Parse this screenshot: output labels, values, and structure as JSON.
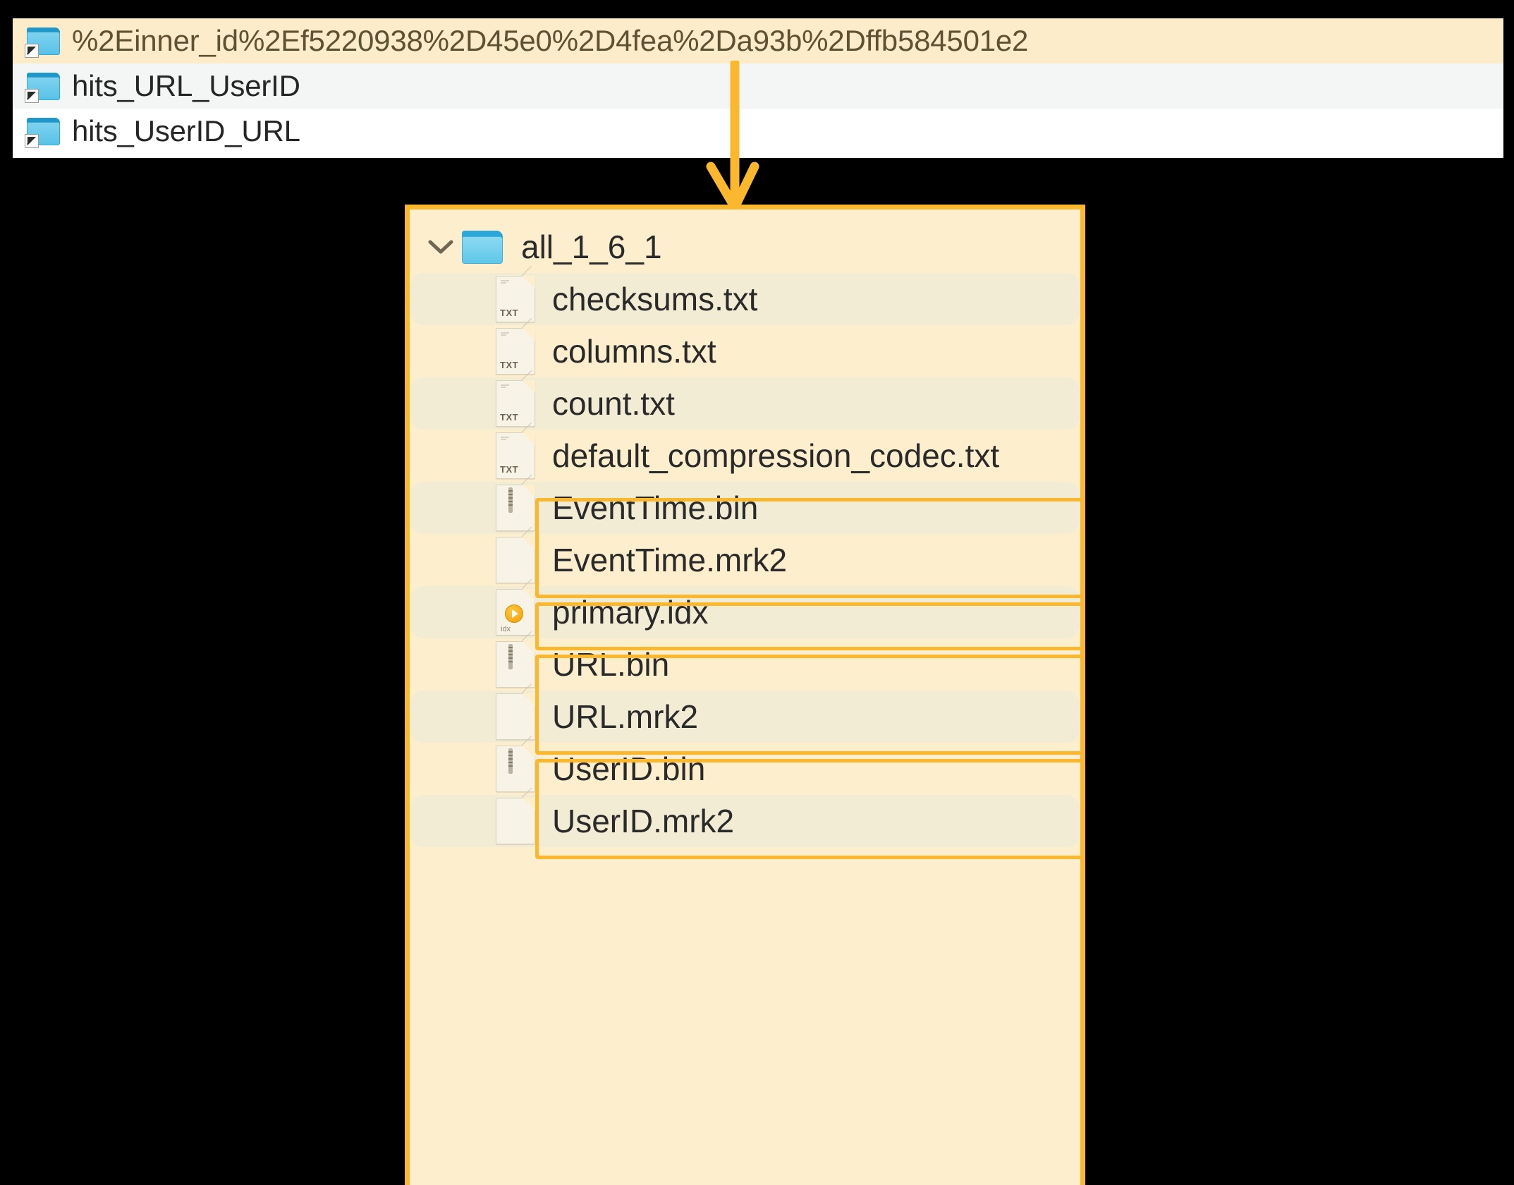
{
  "top_list": {
    "rows": [
      {
        "label": "%2Einner_id%2Ef5220938%2D45e0%2D4fea%2Da93b%2Dffb584501e2",
        "icon": "folder-shortcut-icon",
        "state": "selected"
      },
      {
        "label": "hits_URL_UserID",
        "icon": "folder-shortcut-icon",
        "state": "alternate"
      },
      {
        "label": "hits_UserID_URL",
        "icon": "folder-shortcut-icon",
        "state": "normal"
      }
    ]
  },
  "annotation": {
    "arrow": "down-arrow",
    "accent_color": "#fbb82e",
    "highlight_fill": "#fdeecd"
  },
  "panel": {
    "directory": {
      "name": "all_1_6_1",
      "icon": "folder-icon",
      "expand_icon": "chevron-down-icon",
      "expanded": true
    },
    "files": [
      {
        "name": "checksums.txt",
        "icon": "txt-file-icon",
        "badge": "TXT",
        "stripe": true,
        "highlighted": false
      },
      {
        "name": "columns.txt",
        "icon": "txt-file-icon",
        "badge": "TXT",
        "stripe": false,
        "highlighted": false
      },
      {
        "name": "count.txt",
        "icon": "txt-file-icon",
        "badge": "TXT",
        "stripe": true,
        "highlighted": false
      },
      {
        "name": "default_compression_codec.txt",
        "icon": "txt-file-icon",
        "badge": "TXT",
        "stripe": false,
        "highlighted": false
      },
      {
        "name": "EventTime.bin",
        "icon": "bin-file-icon",
        "badge": "",
        "stripe": true,
        "highlighted": true
      },
      {
        "name": "EventTime.mrk2",
        "icon": "blank-file-icon",
        "badge": "",
        "stripe": false,
        "highlighted": true
      },
      {
        "name": "primary.idx",
        "icon": "idx-file-icon",
        "badge": "idx",
        "stripe": true,
        "highlighted": true
      },
      {
        "name": "URL.bin",
        "icon": "bin-file-icon",
        "badge": "",
        "stripe": false,
        "highlighted": true
      },
      {
        "name": "URL.mrk2",
        "icon": "blank-file-icon",
        "badge": "",
        "stripe": true,
        "highlighted": true
      },
      {
        "name": "UserID.bin",
        "icon": "bin-file-icon",
        "badge": "",
        "stripe": false,
        "highlighted": true
      },
      {
        "name": "UserID.mrk2",
        "icon": "blank-file-icon",
        "badge": "",
        "stripe": true,
        "highlighted": true
      }
    ],
    "highlight_groups": [
      {
        "label": "EventTime-group",
        "from": 4,
        "to": 5
      },
      {
        "label": "primary-idx-group",
        "from": 6,
        "to": 6
      },
      {
        "label": "URL-group",
        "from": 7,
        "to": 8
      },
      {
        "label": "UserID-group",
        "from": 9,
        "to": 10
      }
    ]
  }
}
